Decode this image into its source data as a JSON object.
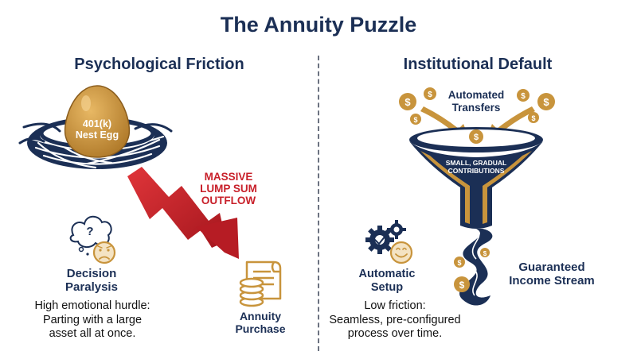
{
  "title": "The Annuity Puzzle",
  "left": {
    "heading": "Psychological Friction",
    "egg_label_line1": "401(k)",
    "egg_label_line2": "Nest Egg",
    "arrow_label_lines": [
      "MASSIVE",
      "LUMP SUM",
      "OUTFLOW"
    ],
    "decision_title_lines": [
      "Decision",
      "Paralysis"
    ],
    "decision_desc_lines": [
      "High emotional hurdle:",
      "Parting with a large",
      "asset all at once."
    ],
    "purchase_title_lines": [
      "Annuity",
      "Purchase"
    ],
    "question_mark": "?"
  },
  "right": {
    "heading": "Institutional Default",
    "transfers_lines": [
      "Automated",
      "Transfers"
    ],
    "funnel_lines": [
      "SMALL, GRADUAL",
      "CONTRIBUTIONS"
    ],
    "setup_title_lines": [
      "Automatic",
      "Setup"
    ],
    "setup_desc_lines": [
      "Low friction:",
      "Seamless, pre-configured",
      "process over time."
    ],
    "income_lines": [
      "Guaranteed",
      "Income Stream"
    ],
    "coin_symbol": "$"
  },
  "colors": {
    "navy": "#1b2f55",
    "gold": "#c8943c",
    "red": "#c8202a",
    "text": "#111111"
  }
}
